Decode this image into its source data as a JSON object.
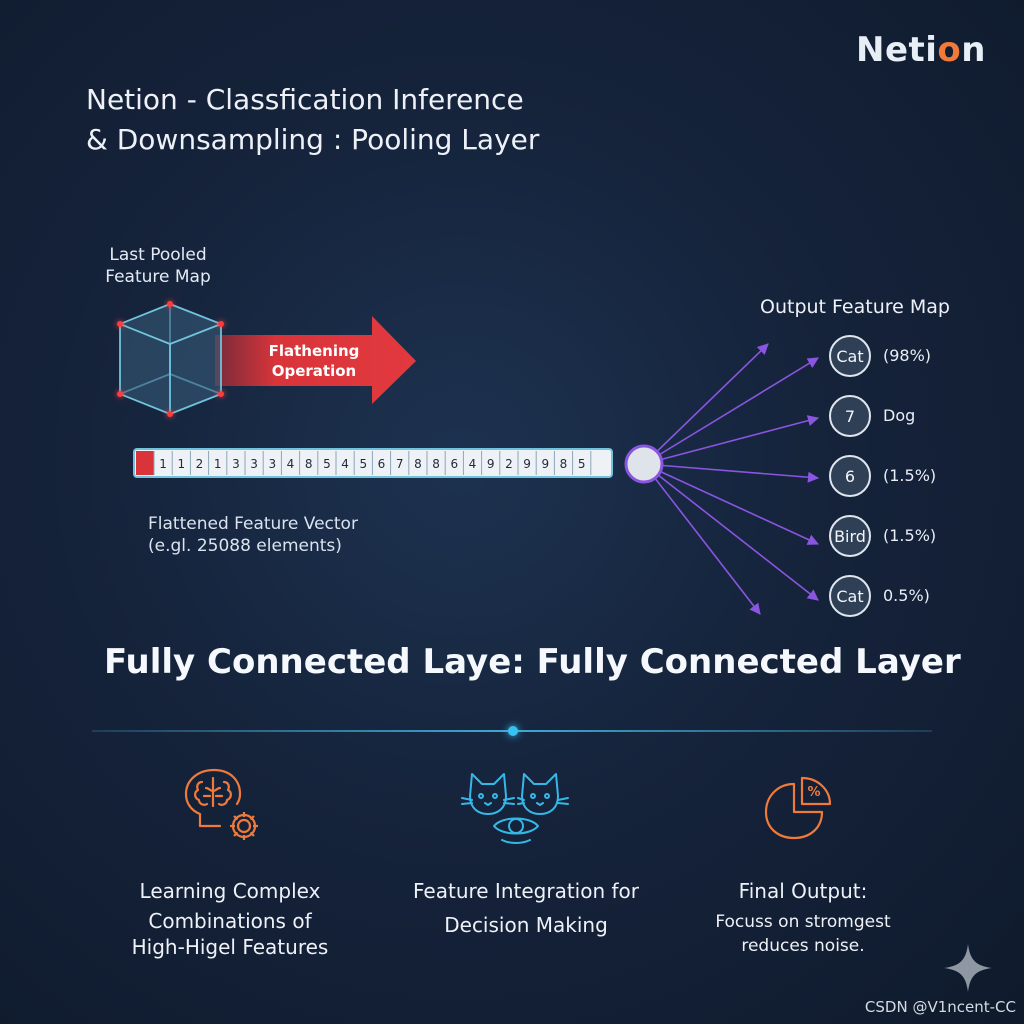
{
  "brand": {
    "name_main": "Neti",
    "name_accent": "o",
    "name_end": "n"
  },
  "title": {
    "line1": "Netion - Classfication Inference",
    "line2": "& Downsampling : Pooling Layer"
  },
  "diagram": {
    "cube_label_line1": "Last Pooled",
    "cube_label_line2": "Feature Map",
    "arrow_label_line1": "Flathening",
    "arrow_label_line2": "Operation",
    "vector_cells": [
      "1",
      "1",
      "2",
      "1",
      "3",
      "3",
      "3",
      "4",
      "8",
      "5",
      "4",
      "5",
      "6",
      "7",
      "8",
      "8",
      "6",
      "4",
      "9",
      "2",
      "9",
      "9",
      "8",
      "5"
    ],
    "vector_label_line1": "Flattened Feature Vector",
    "vector_label_line2": "(e.gl. 25088 elements)",
    "output_label": "Output Feature Map",
    "classes": [
      {
        "circle": "Cat",
        "prob": "(98%)"
      },
      {
        "circle": "7",
        "prob": "Dog"
      },
      {
        "circle": "6",
        "prob": "(1.5%)"
      },
      {
        "circle": "Bird",
        "prob": "(1.5%)"
      },
      {
        "circle": "Cat",
        "prob": "0.5%)"
      }
    ]
  },
  "section_title": "Fully Connected Laye: Fully Connected Layer",
  "features": [
    {
      "icon": "brain-gear-icon",
      "lines": [
        "Learning Complex",
        "Combinations of",
        "High-Higel Features"
      ]
    },
    {
      "icon": "cats-eye-icon",
      "lines": [
        "Feature Integration for",
        "Decision Making"
      ]
    },
    {
      "icon": "pie-percent-icon",
      "title": "Final Output:",
      "sub_lines": [
        "Focuss on stromgest",
        "reduces noise."
      ]
    }
  ],
  "watermark": "CSDN @V1ncent-CC",
  "colors": {
    "background": "#15233b",
    "accent_orange": "#f07a3a",
    "arrow_red": "#d8343a",
    "connection_purple": "#8a55e0",
    "cube_cyan": "#6fc3dc",
    "icon_cyan": "#35b8e8"
  }
}
